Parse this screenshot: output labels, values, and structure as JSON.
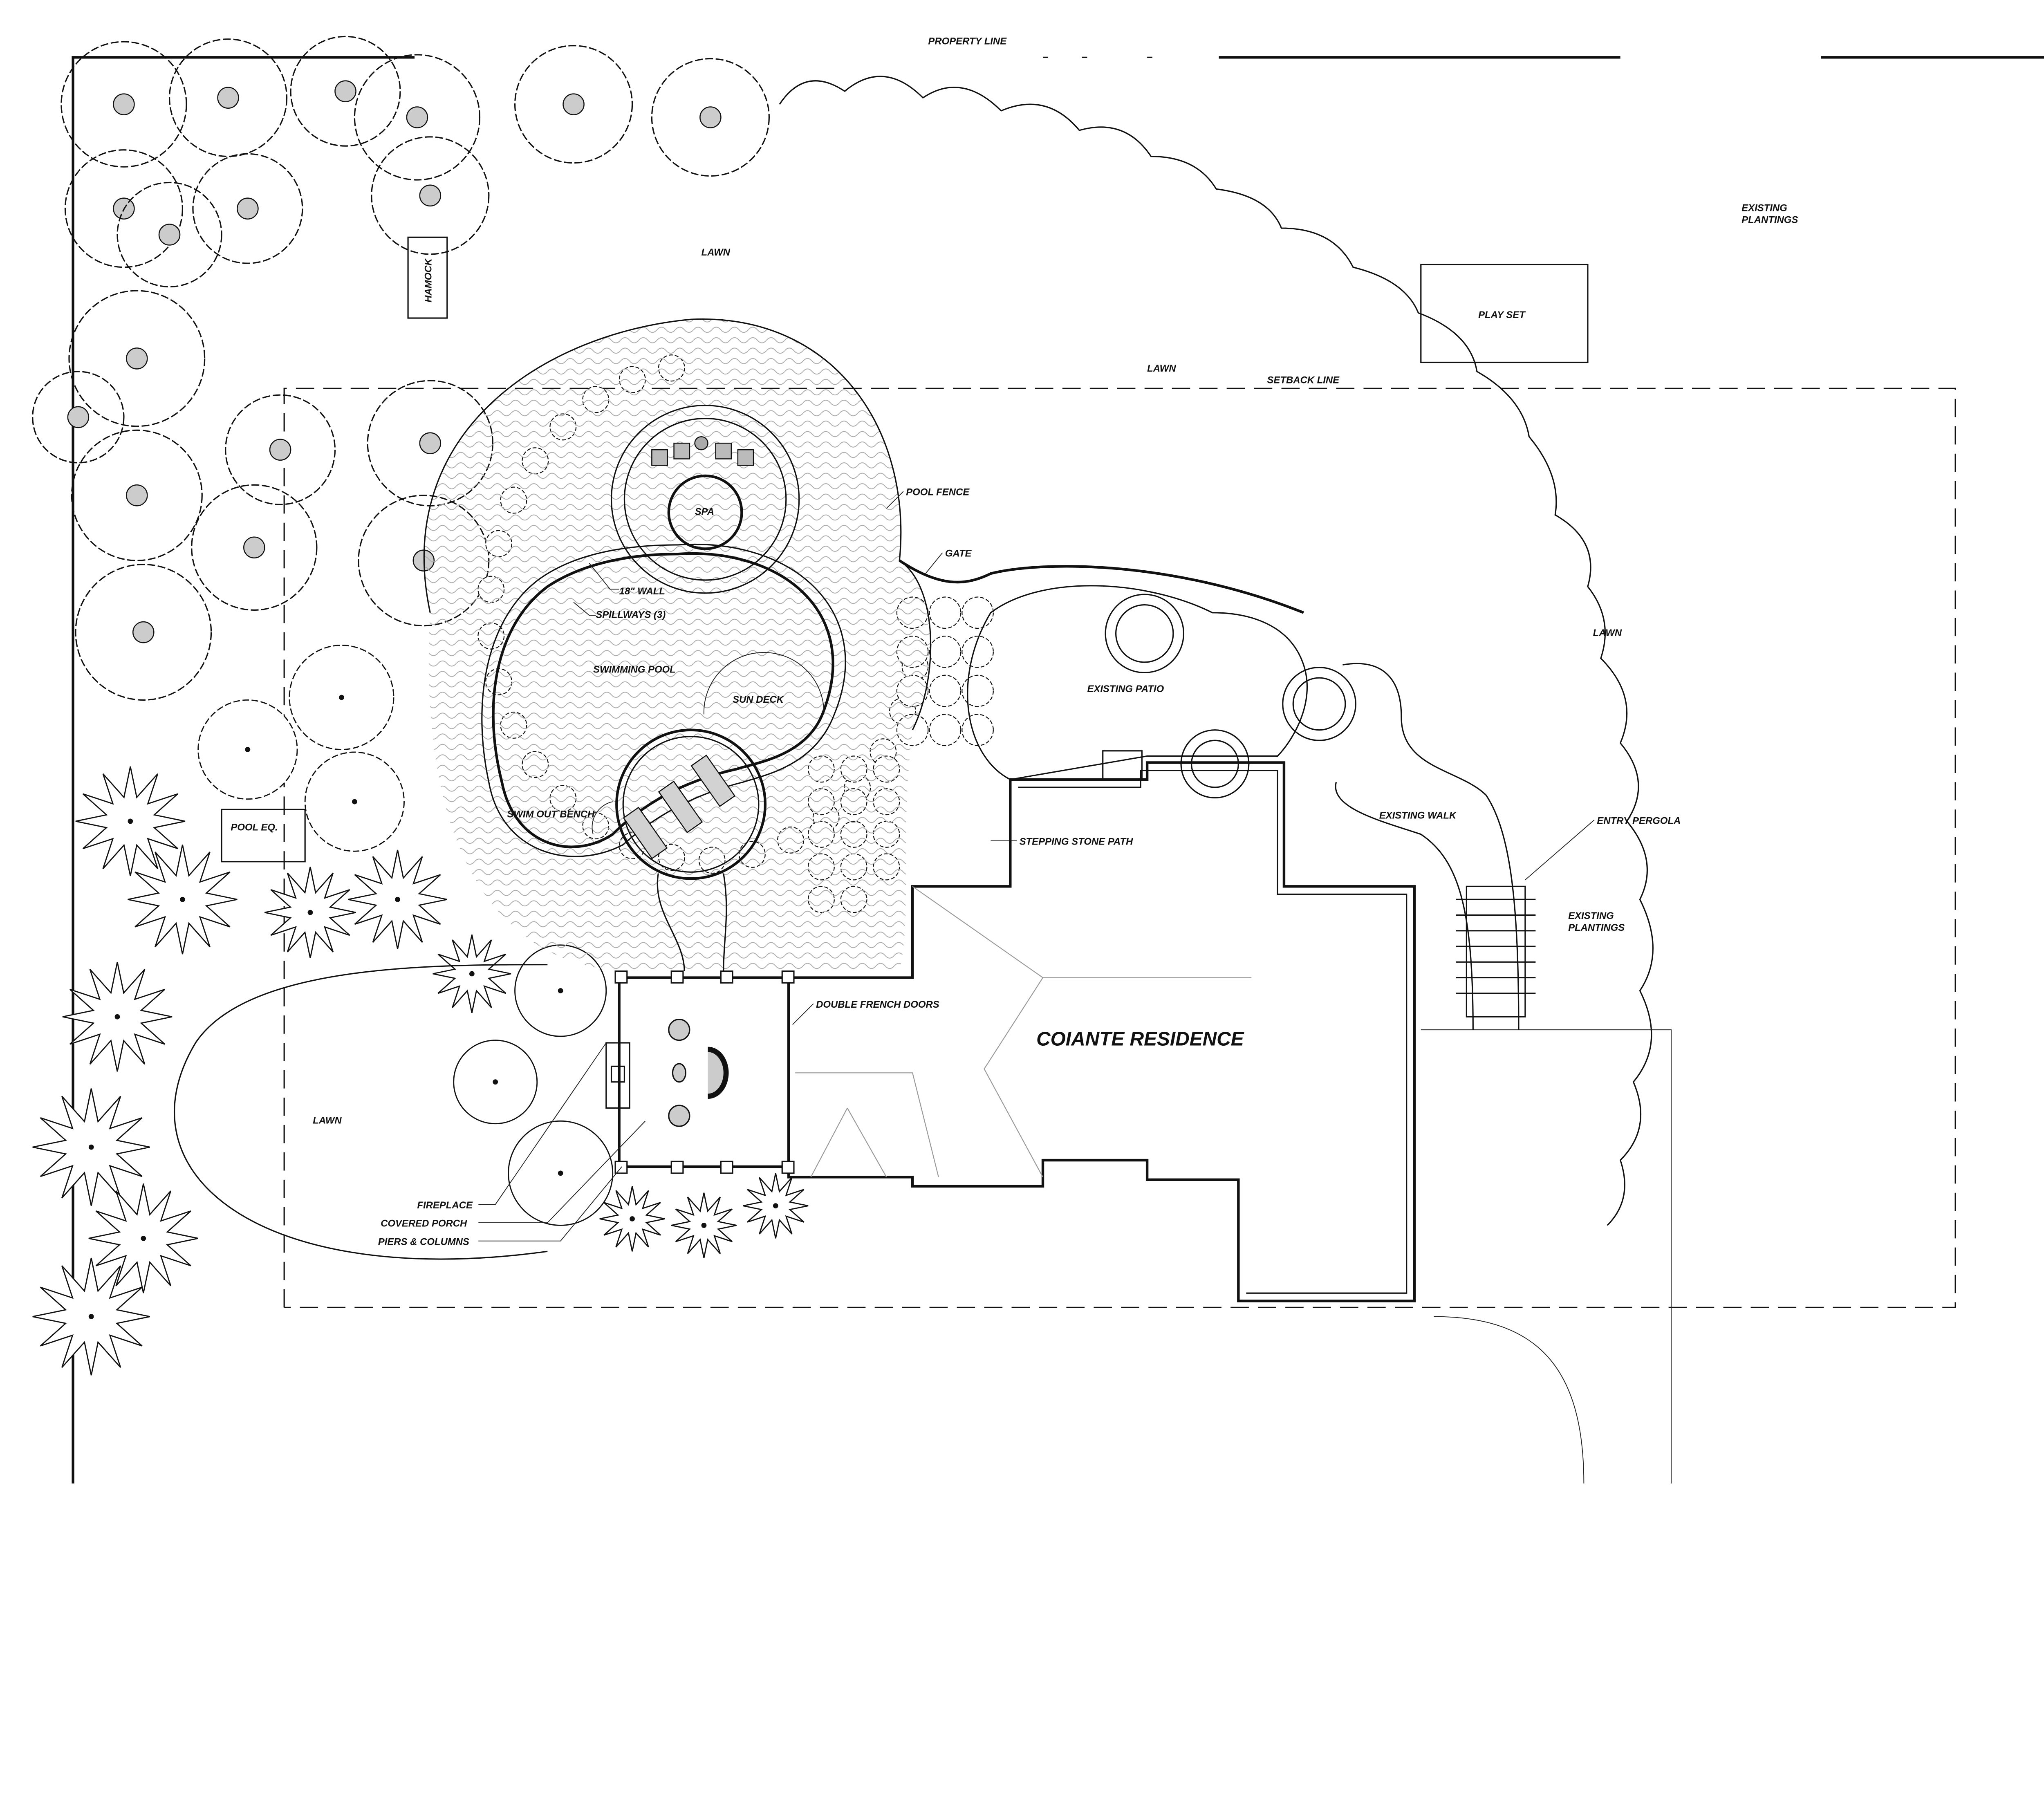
{
  "plan": {
    "property_line": "PROPERTY LINE",
    "setback_line": "SETBACK LINE",
    "existing_plantings_top": "EXISTING\nPLANTINGS",
    "existing_plantings_top_l1": "EXISTING",
    "existing_plantings_top_l2": "PLANTINGS",
    "existing_plantings_right_l1": "EXISTING",
    "existing_plantings_right_l2": "PLANTINGS",
    "lawn": "LAWN",
    "play_set": "PLAY SET",
    "hamock": "HAMOCK",
    "pool_fence": "POOL FENCE",
    "gate": "GATE",
    "spa": "SPA",
    "wall": "18\" WALL",
    "spillways": "SPILLWAYS (3)",
    "swimming_pool": "SWIMMING POOL",
    "sun_deck": "SUN DECK",
    "existing_patio": "EXISTING PATIO",
    "pool_eq": "POOL EQ.",
    "swim_out_bench": "SWIM OUT BENCH",
    "stepping_stone_path": "STEPPING STONE PATH",
    "existing_walk": "EXISTING WALK",
    "entry_pergola": "ENTRY PERGOLA",
    "double_french_doors": "DOUBLE FRENCH DOORS",
    "residence": "COIANTE RESIDENCE",
    "fireplace": "FIREPLACE",
    "covered_porch": "COVERED PORCH",
    "piers_columns": "PIERS & COLUMNS"
  },
  "colors": {
    "line": "#111111",
    "hatch": "#9a9a9a",
    "furniture": "#cfcfcf",
    "roof_lines": "#999999"
  }
}
